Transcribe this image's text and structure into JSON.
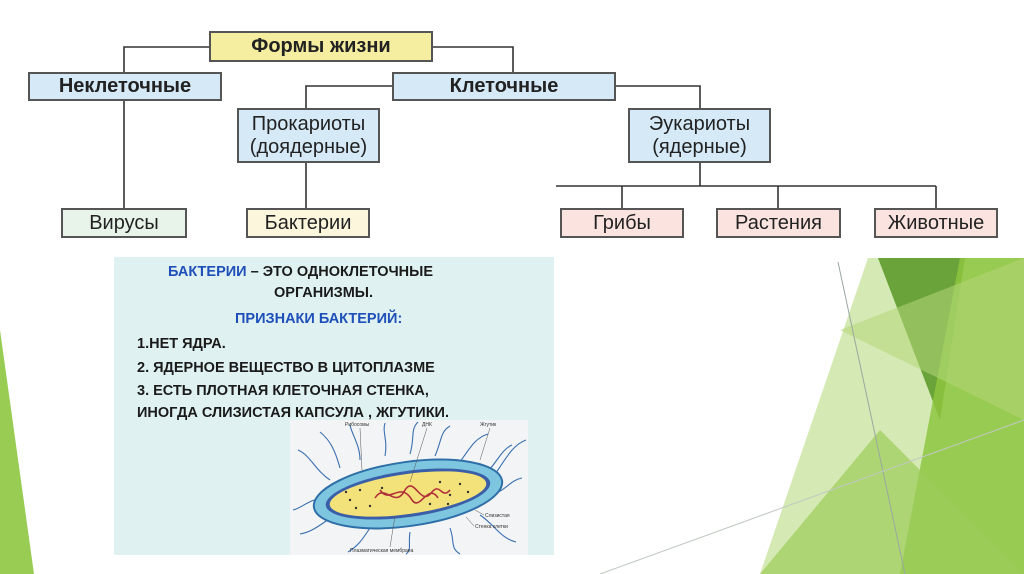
{
  "tree": {
    "root": "Формы жизни",
    "noncellular": "Неклеточные",
    "cellular": "Клеточные",
    "prokaryotes_line1": "Прокариоты",
    "prokaryotes_line2": "(доядерные)",
    "eukaryotes_line1": "Эукариоты",
    "eukaryotes_line2": "(ядерные)",
    "viruses": "Вирусы",
    "bacteria": "Бактерии",
    "fungi": "Грибы",
    "plants": "Растения",
    "animals": "Животные"
  },
  "panel": {
    "title_highlight": "БАКТЕРИИ",
    "title_rest": " – ЭТО ОДНОКЛЕТОЧНЫЕ",
    "title_line2": "ОРГАНИЗМЫ.",
    "subtitle": "ПРИЗНАКИ БАКТЕРИЙ:",
    "item1": "1.НЕТ ЯДРА.",
    "item2": "2. ЯДЕРНОЕ ВЕЩЕСТВО В ЦИТОПЛАЗМЕ",
    "item3_line1": "3. ЕСТЬ ПЛОТНАЯ КЛЕТОЧНАЯ СТЕНКА,",
    "item3_line2": "ИНОГДА  СЛИЗИСТАЯ КАПСУЛА , ЖГУТИКИ."
  },
  "illustration": {
    "label_ribosomes": "Рибосомы",
    "label_dna": "ДНК",
    "label_flagella": "Жгутик",
    "label_capsule": "Слизистая",
    "label_wall": "Стенка клетки",
    "label_membrane": "Плазматическая мембрана"
  },
  "colors": {
    "root_fill": "#f5eea0",
    "blue_fill": "#d5e9f7",
    "green_fill": "#e8f4ea",
    "yellow_fill": "#fbf6dc",
    "pink_fill": "#fbe4e0",
    "panel_fill": "#dff2f1",
    "accent_green": "#8dc63f"
  }
}
